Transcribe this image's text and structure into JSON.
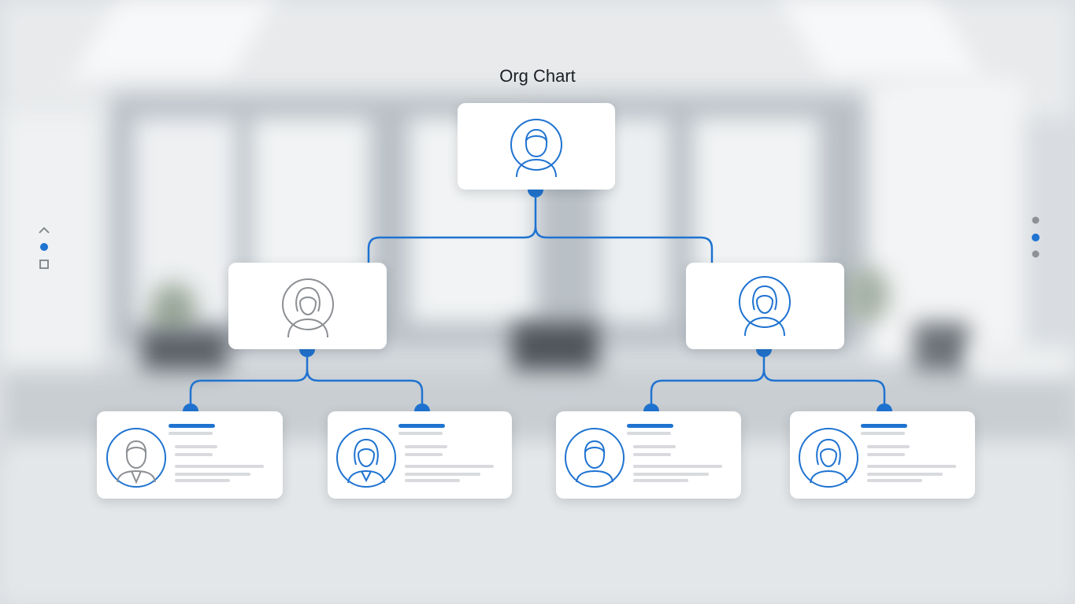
{
  "title": "Org Chart",
  "colors": {
    "accent": "#1f73d1",
    "placeholder_line": "#d8dadd",
    "card_bg": "#ffffff",
    "gray_avatar": "#8c8f93"
  },
  "nodes": [
    {
      "id": "root",
      "level": 0,
      "avatar": "person-male-icon",
      "avatar_color": "accent"
    },
    {
      "id": "manager-left",
      "level": 1,
      "avatar": "person-female-icon",
      "avatar_color": "gray"
    },
    {
      "id": "manager-right",
      "level": 1,
      "avatar": "person-female-icon",
      "avatar_color": "accent"
    },
    {
      "id": "staff-1",
      "level": 2,
      "avatar": "person-male-suit-icon",
      "avatar_color": "gray"
    },
    {
      "id": "staff-2",
      "level": 2,
      "avatar": "person-female-suit-icon",
      "avatar_color": "accent"
    },
    {
      "id": "staff-3",
      "level": 2,
      "avatar": "person-male-icon",
      "avatar_color": "accent"
    },
    {
      "id": "staff-4",
      "level": 2,
      "avatar": "person-female-icon",
      "avatar_color": "accent"
    }
  ],
  "edges": [
    [
      "root",
      "manager-left"
    ],
    [
      "root",
      "manager-right"
    ],
    [
      "manager-left",
      "staff-1"
    ],
    [
      "manager-left",
      "staff-2"
    ],
    [
      "manager-right",
      "staff-3"
    ],
    [
      "manager-right",
      "staff-4"
    ]
  ],
  "left_nav_icons": [
    "chevron-up-icon",
    "active-dot-icon",
    "square-icon"
  ],
  "right_nav_icons": [
    "dot-icon",
    "active-dot-icon",
    "dot-icon"
  ]
}
